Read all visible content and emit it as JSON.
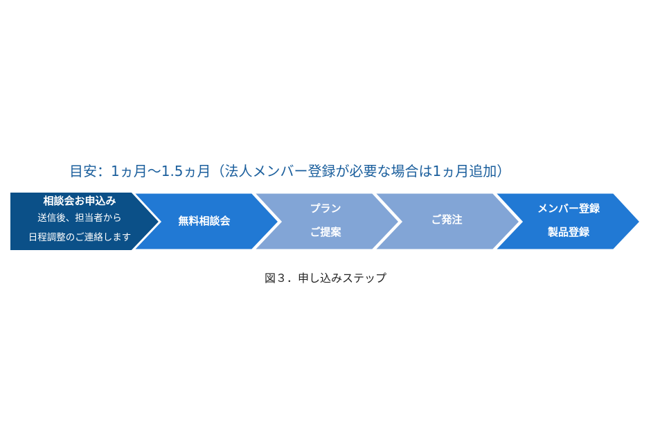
{
  "title": "目安：1ヵ月～1.5ヵ月（法人メンバー登録が必要な場合は1ヵ月追加）",
  "caption": "図３．申し込みステップ",
  "colors": {
    "dark": "#0b5088",
    "blue": "#2179d4",
    "light": "#82a5d6"
  },
  "steps": [
    {
      "line1": "相談会お申込み",
      "line2": "送信後、担当者から",
      "line3": "日程調整のご連絡します"
    },
    {
      "line1": "無料相談会"
    },
    {
      "line1": "プラン",
      "line2": "ご提案"
    },
    {
      "line1": "ご発注"
    },
    {
      "line1": "メンバー登録",
      "line2": "製品登録"
    }
  ]
}
